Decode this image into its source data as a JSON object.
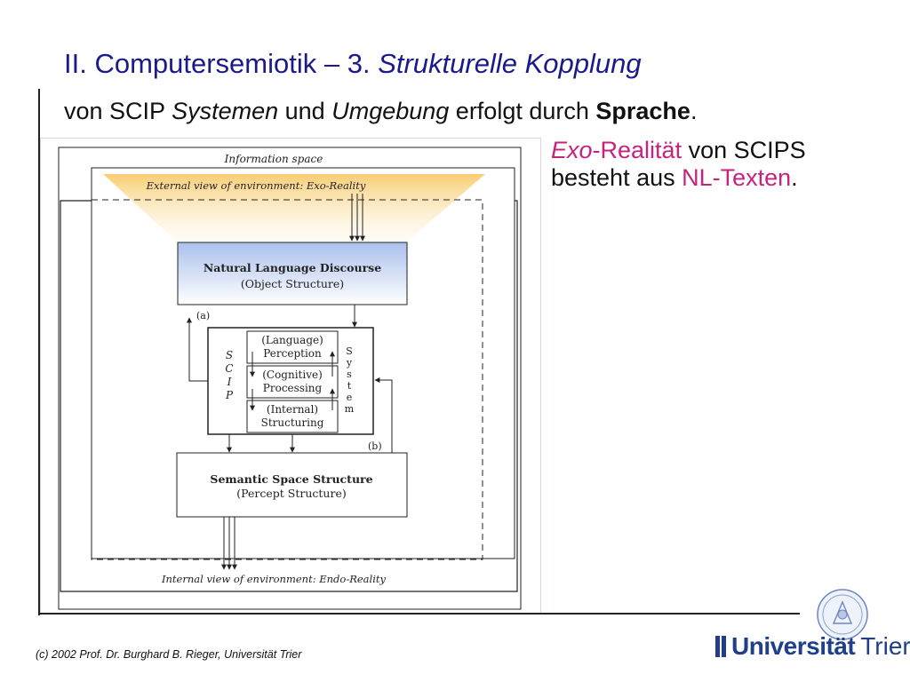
{
  "title": {
    "part1": "II. Computersemiotik – 3. ",
    "part2": "Strukturelle Kopplung"
  },
  "subtitle": {
    "t1": "von SCIP ",
    "t2": "Systemen",
    "t3": " und ",
    "t4": "Umgebung",
    "t5": " erfolgt durch ",
    "t6": "Sprache",
    "t7": "."
  },
  "side_text": {
    "l1a": "Exo",
    "l1b": "-Realität",
    "l1c": " von SCIPS",
    "l2a": "besteht aus ",
    "l2b": "NL-Texten",
    "l2c": "."
  },
  "diagram": {
    "information_space": "Information space",
    "exo_reality": "External view of environment: Exo-Reality",
    "nld_title": "Natural Language Discourse",
    "nld_sub": "(Object Structure)",
    "label_a": "(a)",
    "label_b": "(b)",
    "scip_letters": [
      "S",
      "C",
      "I",
      "P"
    ],
    "system_letters": [
      "S",
      "y",
      "s",
      "t",
      "e",
      "m"
    ],
    "box1_l1": "(Language)",
    "box1_l2": "Perception",
    "box2_l1": "(Cognitive)",
    "box2_l2": "Processing",
    "box3_l1": "(Internal)",
    "box3_l2": "Structuring",
    "sss_title": "Semantic Space Structure",
    "sss_sub": "(Percept Structure)",
    "endo_reality": "Internal view of environment: Endo-Reality"
  },
  "footer": "(c) 2002  Prof. Dr. Burghard B. Rieger, Universität Trier",
  "logo": {
    "word1": "Universität",
    "word2": "Trier"
  },
  "colors": {
    "title": "#1a1a8c",
    "highlight": "#c6237f",
    "logo": "#1f3f8a"
  }
}
